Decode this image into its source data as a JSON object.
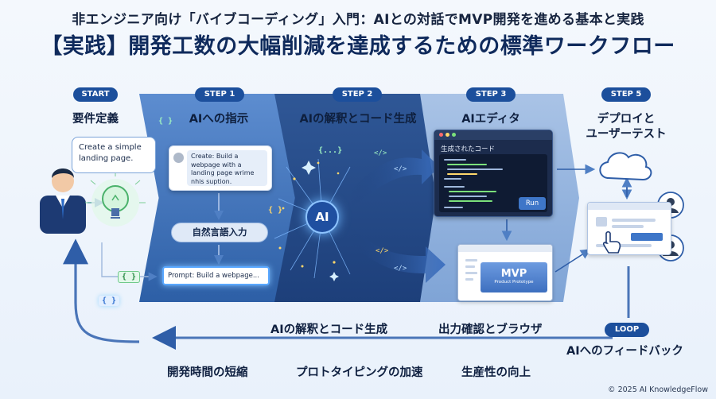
{
  "header": {
    "title": "非エンジニア向け「バイブコーディング」入門：AIとの対話でMVP開発を進める基本と実践",
    "subtitle": "【実践】開発工数の大幅削減を達成するための標準ワークフロー"
  },
  "steps": [
    {
      "badge": "START",
      "label": "要件定義"
    },
    {
      "badge": "STEP 1",
      "label": "AIへの指示"
    },
    {
      "badge": "STEP 2",
      "label": "AIの解釈とコード生成"
    },
    {
      "badge": "STEP 3",
      "label": "AIエディタ"
    },
    {
      "badge": "STEP 5",
      "label_line1": "デプロイと",
      "label_line2": "ユーザーテスト"
    }
  ],
  "start": {
    "bubble_line1": "Create a simple",
    "bubble_line2": "landing page."
  },
  "step1": {
    "chat_line1": "Create: Build a",
    "chat_line2": "webpage with a",
    "chat_line3": "landing page wrime",
    "chat_line4": "nhis suption.",
    "pill": "自然言語入力",
    "prompt": "Prompt: Build a webpage..."
  },
  "braces": {
    "code": "{ }",
    "code_dots": "{...}"
  },
  "ai_core": {
    "label": "AI",
    "code_tag": "</>"
  },
  "editor": {
    "title": "生成されたコード",
    "run": "Run"
  },
  "browser": {
    "mvp": "MVP",
    "mvp_sub": "Product Prototype"
  },
  "loop": {
    "badge": "LOOP",
    "label": "AIへのフィードバック"
  },
  "bottom": {
    "label_code": "AIの解釈とコード生成",
    "label_output": "出力確認とブラウザ",
    "benefit_1": "開発時間の短縮",
    "benefit_2": "プロトタイピングの加速",
    "benefit_3": "生産性の向上"
  },
  "footer": {
    "copyright": "© 2025 AI KnowledgeFlow"
  },
  "colors": {
    "accent": "#1c4f9c",
    "band1": "#4a7bc3",
    "band2": "#24498a",
    "band3": "#90b1dd",
    "glow": "#59a7ff",
    "code_green": "#7be07b"
  }
}
